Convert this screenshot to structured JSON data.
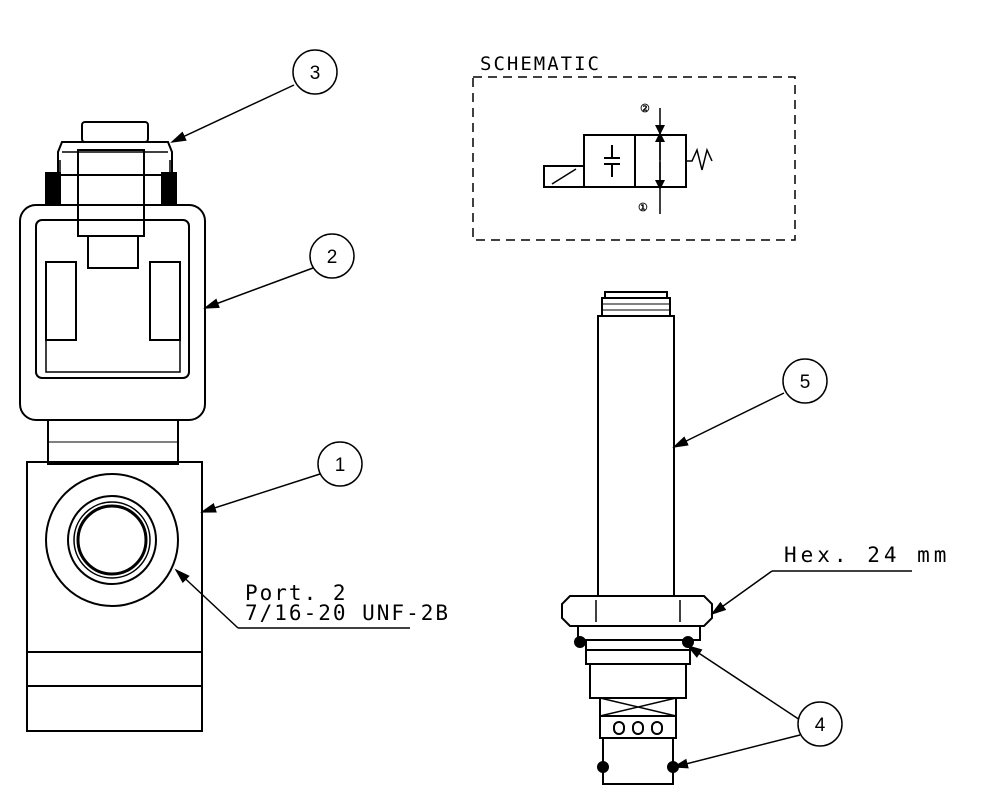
{
  "schematic": {
    "title": "SCHEMATIC",
    "port_top": "②",
    "port_bottom": "①"
  },
  "balloons": [
    {
      "id": "1"
    },
    {
      "id": "2"
    },
    {
      "id": "3"
    },
    {
      "id": "4"
    },
    {
      "id": "5"
    }
  ],
  "callouts": {
    "port_line1": "Port. 2",
    "port_line2": "7/16-20 UNF-2B",
    "hex": "Hex. 24 mm"
  },
  "colors": {
    "line": "#000000",
    "background": "#ffffff"
  }
}
